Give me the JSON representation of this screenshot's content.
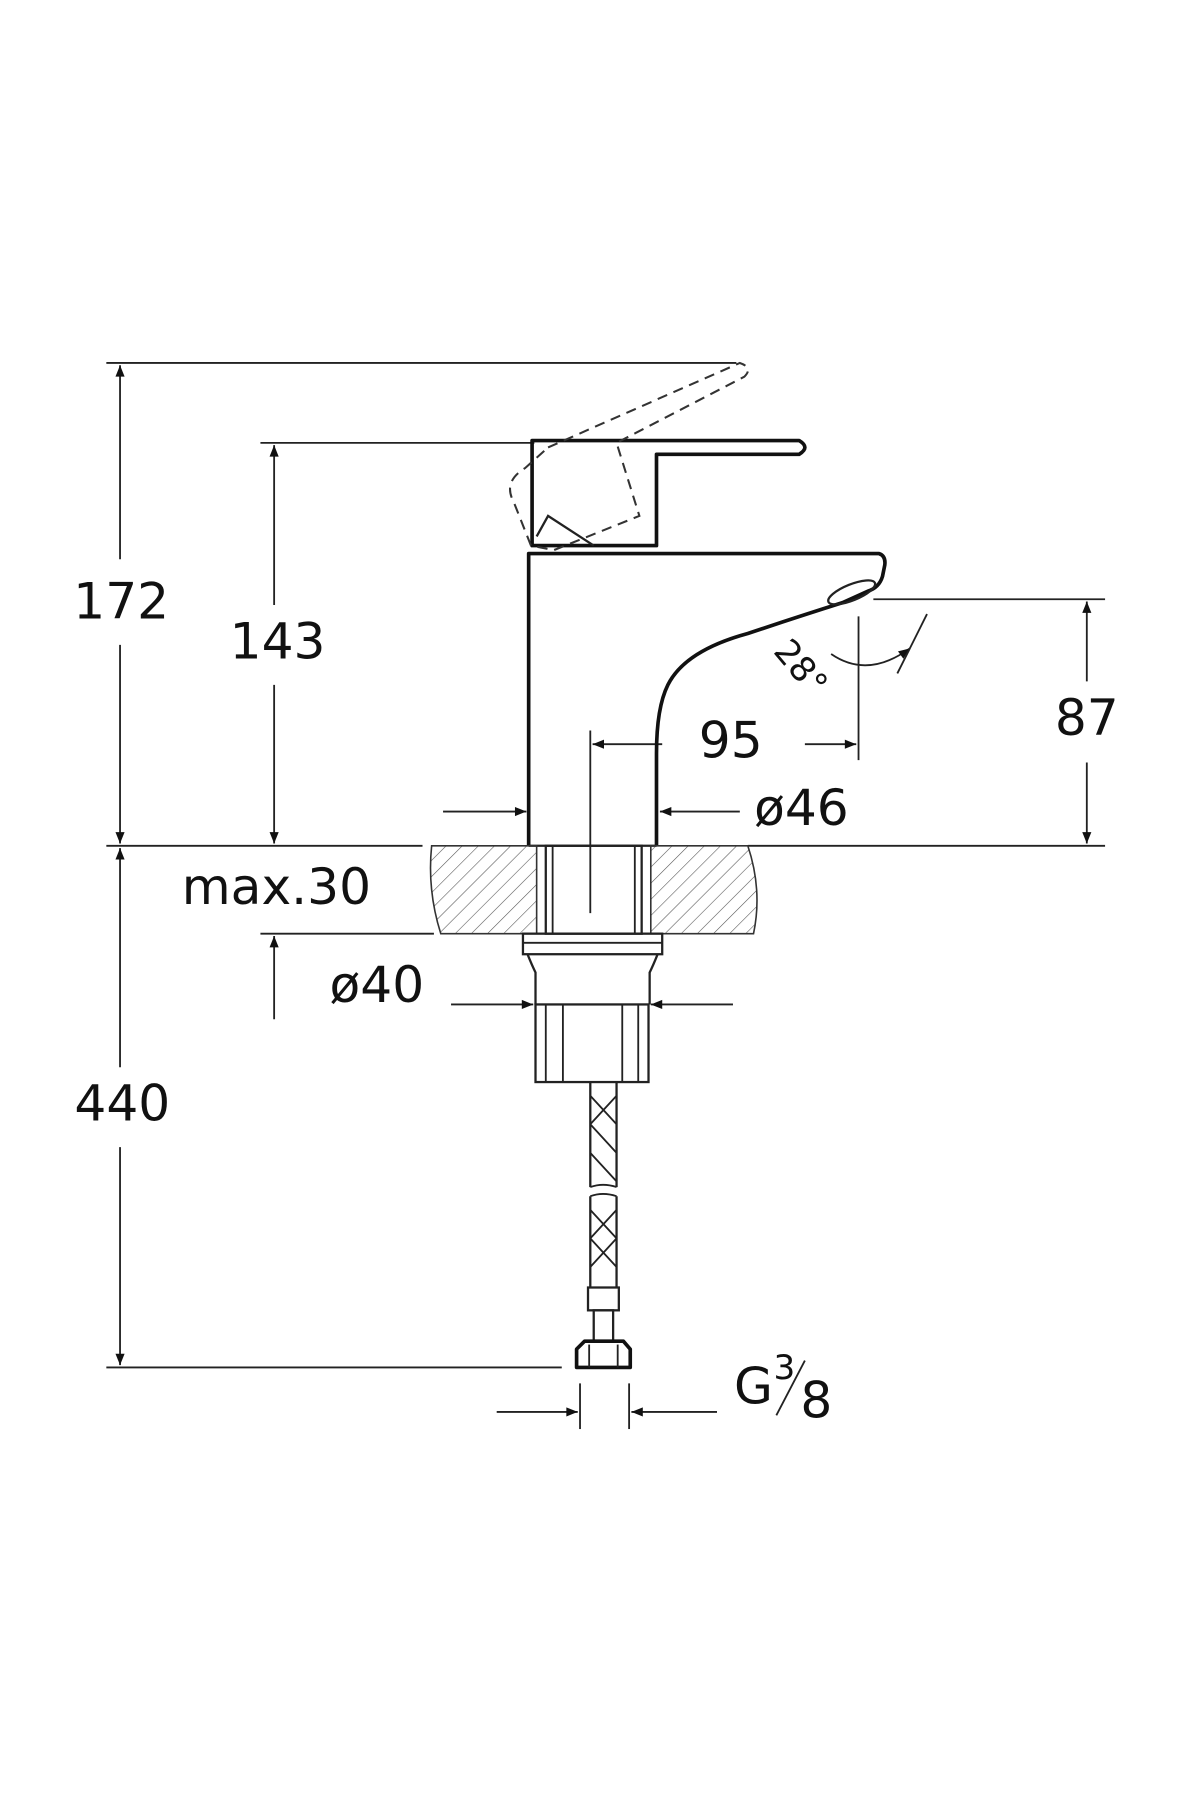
{
  "dimensions": {
    "total_height_lever_raised": "172",
    "height_to_lever": "143",
    "spout_height": "87",
    "spout_reach": "95",
    "body_diameter": "ø46",
    "spout_angle": "28°",
    "max_counter_thickness": "max.30",
    "hole_diameter": "ø40",
    "hose_length": "440",
    "connection_prefix": "G",
    "connection_numerator": "3",
    "connection_denominator": "8"
  },
  "colors": {
    "line": "#111111",
    "background": "#ffffff"
  }
}
